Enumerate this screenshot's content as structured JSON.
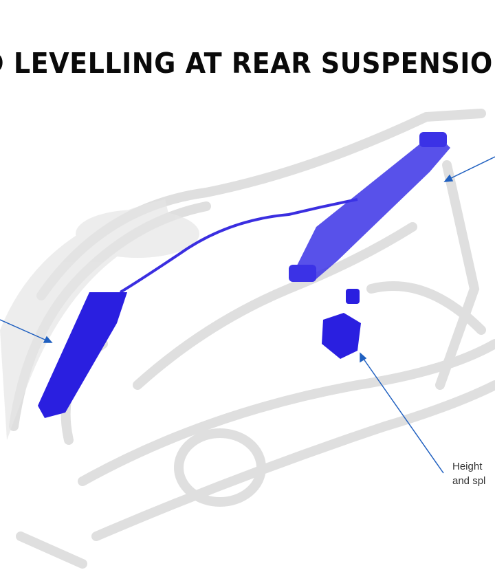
{
  "title": "D LEVELLING AT REAR SUSPENSION",
  "labels": {
    "height_sensor_line1": "Height",
    "height_sensor_line2": "and spl"
  },
  "colors": {
    "component": "#2a1fe0",
    "frame": "#d8d8d8",
    "arrow": "#2060c0"
  }
}
